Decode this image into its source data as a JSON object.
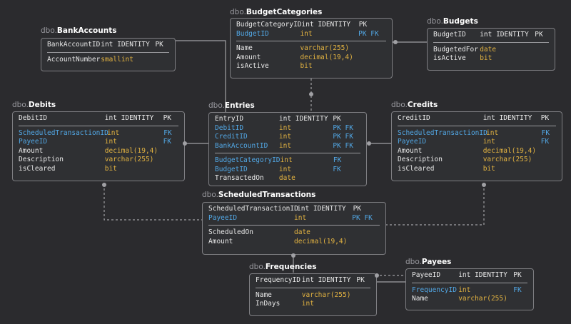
{
  "tables": {
    "budget_categories": {
      "schema": "dbo.",
      "name": "BudgetCategories",
      "pk_rows": [
        {
          "name": "BudgetCategoryID",
          "type": "int IDENTITY",
          "key": "PK",
          "fk": false,
          "identity": true
        },
        {
          "name": "BudgetID",
          "type": "int",
          "key": "PK FK",
          "fk": true,
          "identity": false
        }
      ],
      "rows": [
        {
          "name": "Name",
          "type": "varchar(255)",
          "key": "",
          "fk": false,
          "identity": false
        },
        {
          "name": "Amount",
          "type": "decimal(19,4)",
          "key": "",
          "fk": false,
          "identity": false
        },
        {
          "name": "isActive",
          "type": "bit",
          "key": "",
          "fk": false,
          "identity": false
        }
      ]
    },
    "budgets": {
      "schema": "dbo.",
      "name": "Budgets",
      "pk_rows": [
        {
          "name": "BudgetID",
          "type": "int IDENTITY",
          "key": "PK",
          "fk": false,
          "identity": true
        }
      ],
      "rows": [
        {
          "name": "BudgetedFor",
          "type": "date",
          "key": "",
          "fk": false,
          "identity": false
        },
        {
          "name": "isActive",
          "type": "bit",
          "key": "",
          "fk": false,
          "identity": false
        }
      ]
    },
    "bank_accounts": {
      "schema": "dbo.",
      "name": "BankAccounts",
      "pk_rows": [
        {
          "name": "BankAccountID",
          "type": "int IDENTITY",
          "key": "PK",
          "fk": false,
          "identity": true
        }
      ],
      "rows": [
        {
          "name": "AccountNumber",
          "type": "smallint",
          "key": "",
          "fk": false,
          "identity": false
        }
      ]
    },
    "debits": {
      "schema": "dbo.",
      "name": "Debits",
      "pk_rows": [
        {
          "name": "DebitID",
          "type": "int IDENTITY",
          "key": "PK",
          "fk": false,
          "identity": true
        }
      ],
      "rows": [
        {
          "name": "ScheduledTransactionID",
          "type": "int",
          "key": "FK",
          "fk": true,
          "identity": false
        },
        {
          "name": "PayeeID",
          "type": "int",
          "key": "FK",
          "fk": true,
          "identity": false
        },
        {
          "name": "Amount",
          "type": "decimal(19,4)",
          "key": "",
          "fk": false,
          "identity": false
        },
        {
          "name": "Description",
          "type": "varchar(255)",
          "key": "",
          "fk": false,
          "identity": false
        },
        {
          "name": "isCleared",
          "type": "bit",
          "key": "",
          "fk": false,
          "identity": false
        }
      ]
    },
    "entries": {
      "schema": "dbo.",
      "name": "Entries",
      "pk_rows": [
        {
          "name": "EntryID",
          "type": "int IDENTITY",
          "key": "PK",
          "fk": false,
          "identity": true
        },
        {
          "name": "DebitID",
          "type": "int",
          "key": "PK FK",
          "fk": true,
          "identity": false
        },
        {
          "name": "CreditID",
          "type": "int",
          "key": "PK FK",
          "fk": true,
          "identity": false
        },
        {
          "name": "BankAccountID",
          "type": "int",
          "key": "PK FK",
          "fk": true,
          "identity": false
        }
      ],
      "rows": [
        {
          "name": "BudgetCategoryID",
          "type": "int",
          "key": "FK",
          "fk": true,
          "identity": false
        },
        {
          "name": "BudgetID",
          "type": "int",
          "key": "FK",
          "fk": true,
          "identity": false
        },
        {
          "name": "TransactedOn",
          "type": "date",
          "key": "",
          "fk": false,
          "identity": false
        }
      ]
    },
    "credits": {
      "schema": "dbo.",
      "name": "Credits",
      "pk_rows": [
        {
          "name": "CreditID",
          "type": "int IDENTITY",
          "key": "PK",
          "fk": false,
          "identity": true
        }
      ],
      "rows": [
        {
          "name": "ScheduledTransactionID",
          "type": "int",
          "key": "FK",
          "fk": true,
          "identity": false
        },
        {
          "name": "PayeeID",
          "type": "int",
          "key": "FK",
          "fk": true,
          "identity": false
        },
        {
          "name": "Amount",
          "type": "decimal(19,4)",
          "key": "",
          "fk": false,
          "identity": false
        },
        {
          "name": "Description",
          "type": "varchar(255)",
          "key": "",
          "fk": false,
          "identity": false
        },
        {
          "name": "isCleared",
          "type": "bit",
          "key": "",
          "fk": false,
          "identity": false
        }
      ]
    },
    "scheduled_transactions": {
      "schema": "dbo.",
      "name": "ScheduledTransactions",
      "pk_rows": [
        {
          "name": "ScheduledTransactionID",
          "type": "int IDENTITY",
          "key": "PK",
          "fk": false,
          "identity": true
        },
        {
          "name": "PayeeID",
          "type": "int",
          "key": "PK FK",
          "fk": true,
          "identity": false
        }
      ],
      "rows": [
        {
          "name": "ScheduledOn",
          "type": "date",
          "key": "",
          "fk": false,
          "identity": false
        },
        {
          "name": "Amount",
          "type": "decimal(19,4)",
          "key": "",
          "fk": false,
          "identity": false
        }
      ]
    },
    "frequencies": {
      "schema": "dbo.",
      "name": "Frequencies",
      "pk_rows": [
        {
          "name": "FrequencyID",
          "type": "int IDENTITY",
          "key": "PK",
          "fk": false,
          "identity": true
        }
      ],
      "rows": [
        {
          "name": "Name",
          "type": "varchar(255)",
          "key": "",
          "fk": false,
          "identity": false
        },
        {
          "name": "InDays",
          "type": "int",
          "key": "",
          "fk": false,
          "identity": false
        }
      ]
    },
    "payees": {
      "schema": "dbo.",
      "name": "Payees",
      "pk_rows": [
        {
          "name": "PayeeID",
          "type": "int IDENTITY",
          "key": "PK",
          "fk": false,
          "identity": true
        }
      ],
      "rows": [
        {
          "name": "FrequencyID",
          "type": "int",
          "key": "FK",
          "fk": true,
          "identity": false
        },
        {
          "name": "Name",
          "type": "varchar(255)",
          "key": "",
          "fk": false,
          "identity": false
        }
      ]
    }
  },
  "colors": {
    "background": "#2b2b2e",
    "box": "#2f3033",
    "border": "#7e7e82",
    "type": "#e3b341",
    "foreign_key": "#52a8e6",
    "line": "#a0a0a4"
  }
}
